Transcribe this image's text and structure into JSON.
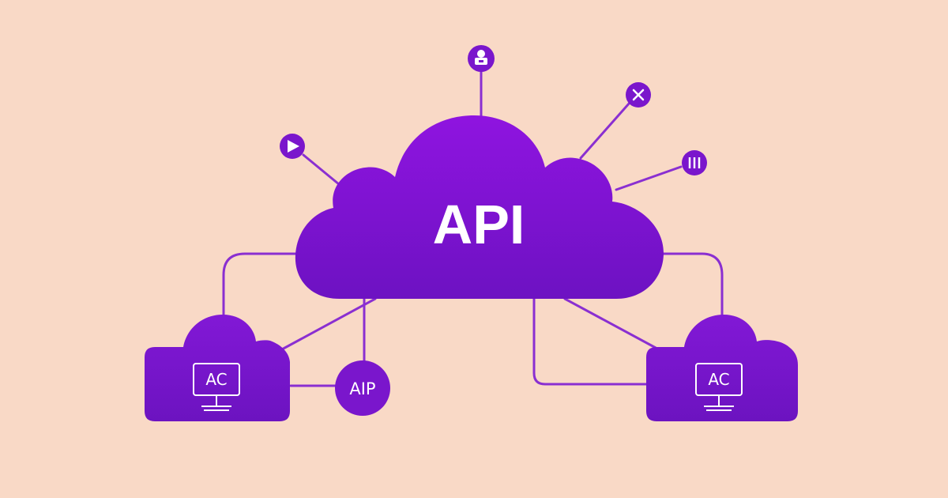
{
  "diagram": {
    "main_cloud_label": "API",
    "left_node": {
      "screen_label": "AC"
    },
    "right_node": {
      "screen_label": "AC"
    },
    "connector_node_label": "AIP"
  },
  "icon_nodes": [
    {
      "name": "user-lock-icon"
    },
    {
      "name": "close-icon"
    },
    {
      "name": "play-icon"
    },
    {
      "name": "bars-icon"
    }
  ],
  "colors": {
    "background": "#f9d9c6",
    "accent": "#7a17c9",
    "line": "#8a2fd1",
    "text_on_accent": "#ffffff"
  }
}
